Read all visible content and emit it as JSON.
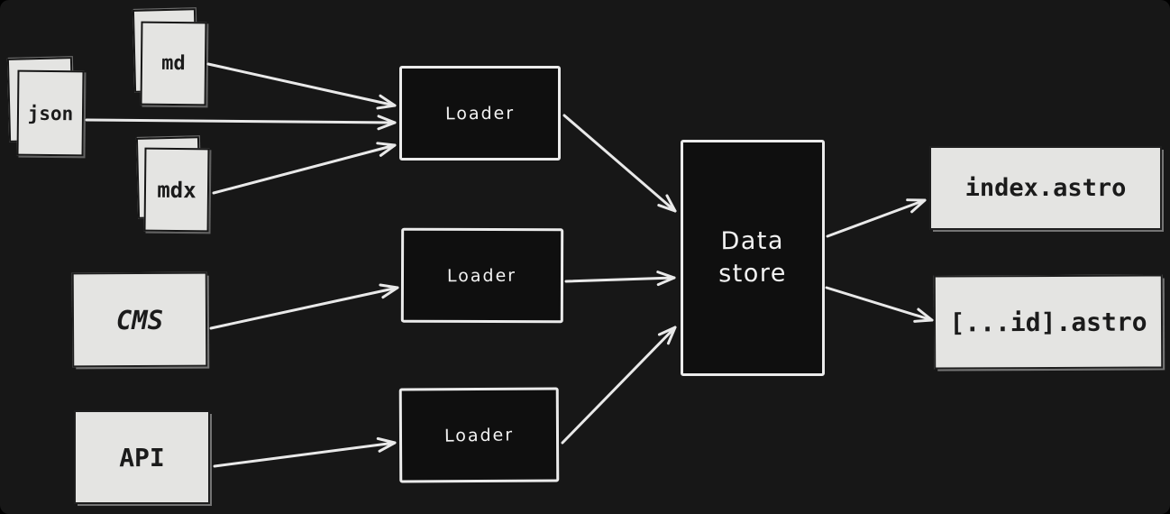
{
  "colors": {
    "background": "#171717",
    "stroke": "#ececec",
    "light_fill": "#e4e4e2",
    "dark_fill": "#0f0f0f",
    "dark_text": "#1b1b1b",
    "light_text": "#f2f2f2"
  },
  "nodes": {
    "md": {
      "label": "md",
      "type": "file-stack"
    },
    "json": {
      "label": "json",
      "type": "file-stack"
    },
    "mdx": {
      "label": "mdx",
      "type": "file-stack"
    },
    "cms": {
      "label": "CMS",
      "type": "source-box"
    },
    "api": {
      "label": "API",
      "type": "source-box"
    },
    "loader1": {
      "label": "Loader",
      "type": "process-box"
    },
    "loader2": {
      "label": "Loader",
      "type": "process-box"
    },
    "loader3": {
      "label": "Loader",
      "type": "process-box"
    },
    "data_store": {
      "label": "Data store",
      "line1": "Data",
      "line2": "store",
      "type": "process-box"
    },
    "index_astro": {
      "label": "index.astro",
      "type": "output-box"
    },
    "id_astro": {
      "label": "[...id].astro",
      "type": "output-box"
    }
  },
  "edges": [
    {
      "from": "md",
      "to": "loader1"
    },
    {
      "from": "json",
      "to": "loader1"
    },
    {
      "from": "mdx",
      "to": "loader1"
    },
    {
      "from": "cms",
      "to": "loader2"
    },
    {
      "from": "api",
      "to": "loader3"
    },
    {
      "from": "loader1",
      "to": "data_store"
    },
    {
      "from": "loader2",
      "to": "data_store"
    },
    {
      "from": "loader3",
      "to": "data_store"
    },
    {
      "from": "data_store",
      "to": "index_astro"
    },
    {
      "from": "data_store",
      "to": "id_astro"
    }
  ]
}
